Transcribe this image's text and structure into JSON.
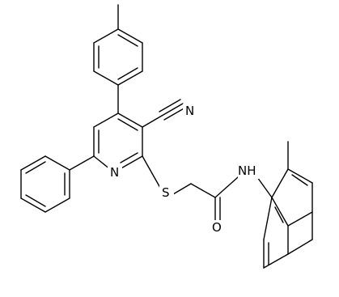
{
  "molecule": {
    "atoms": [
      {
        "id": "N_cyano",
        "label": "N"
      },
      {
        "id": "N_pyridine",
        "label": "N"
      },
      {
        "id": "S_thioether",
        "label": "S"
      },
      {
        "id": "NH_amide",
        "label": "NH"
      },
      {
        "id": "O_carbonyl",
        "label": "O"
      }
    ]
  }
}
